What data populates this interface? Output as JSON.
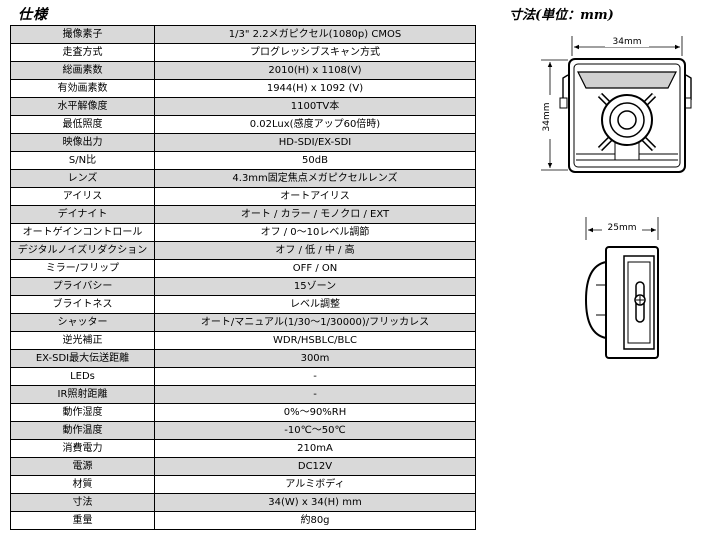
{
  "headings": {
    "spec_title": "仕様",
    "dimension_title": "寸法(単位：mm)"
  },
  "specs": [
    {
      "label": "撮像素子",
      "value": "1/3\" 2.2メガピクセル(1080p) CMOS"
    },
    {
      "label": "走査方式",
      "value": "プログレッシブスキャン方式"
    },
    {
      "label": "総画素数",
      "value": "2010(H) x 1108(V)"
    },
    {
      "label": "有効画素数",
      "value": "1944(H) x 1092 (V)"
    },
    {
      "label": "水平解像度",
      "value": "1100TV本"
    },
    {
      "label": "最低照度",
      "value": "0.02Lux(感度アップ60倍時)"
    },
    {
      "label": "映像出力",
      "value": "HD-SDI/EX-SDI"
    },
    {
      "label": "S/N比",
      "value": "50dB"
    },
    {
      "label": "レンズ",
      "value": "4.3mm固定焦点メガピクセルレンズ"
    },
    {
      "label": "アイリス",
      "value": "オートアイリス"
    },
    {
      "label": "デイナイト",
      "value": "オート / カラー / モノクロ / EXT"
    },
    {
      "label": "オートゲインコントロール",
      "value": "オフ / 0～10レベル調節"
    },
    {
      "label": "デジタルノイズリダクション",
      "value": "オフ / 低 / 中 / 高"
    },
    {
      "label": "ミラー/フリップ",
      "value": "OFF / ON"
    },
    {
      "label": "プライバシー",
      "value": "15ゾーン"
    },
    {
      "label": "ブライトネス",
      "value": "レベル調整"
    },
    {
      "label": "シャッター",
      "value": "オート/マニュアル(1/30～1/30000)/フリッカレス"
    },
    {
      "label": "逆光補正",
      "value": "WDR/HSBLC/BLC"
    },
    {
      "label": "EX-SDI最大伝送距離",
      "value": "300m"
    },
    {
      "label": "LEDs",
      "value": "-"
    },
    {
      "label": "IR照射距離",
      "value": "-"
    },
    {
      "label": "動作湿度",
      "value": "0%～90%RH"
    },
    {
      "label": "動作温度",
      "value": "-10℃～50℃"
    },
    {
      "label": "消費電力",
      "value": "210mA"
    },
    {
      "label": "電源",
      "value": "DC12V"
    },
    {
      "label": "材質",
      "value": "アルミボディ"
    },
    {
      "label": "寸法",
      "value": "34(W) x 34(H) mm"
    },
    {
      "label": "重量",
      "value": "約80g"
    }
  ],
  "dimensions": {
    "front_width": "34mm",
    "front_height": "34mm",
    "side_depth": "25mm"
  },
  "colors": {
    "row_shade": "#d9d9d9",
    "row_plain": "#ffffff"
  }
}
